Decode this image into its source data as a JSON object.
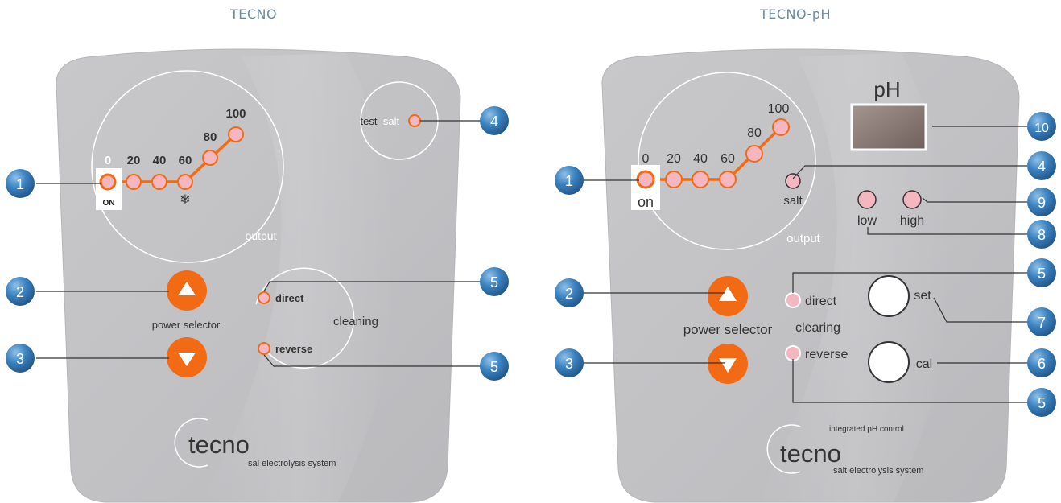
{
  "colors": {
    "panel": "#c4c4c6",
    "panel_edge": "#b4b4b7",
    "accent_orange": "#f26a13",
    "led_pink": "#f4b6bf",
    "callout_blue": "#2e6fa6",
    "heading_blue": "#6b8aa0",
    "line": "#333333",
    "white": "#ffffff"
  },
  "left_panel": {
    "title": "TECNO",
    "output_scale": [
      "0",
      "20",
      "40",
      "60",
      "80",
      "100"
    ],
    "on_label": "ON",
    "output_label": "output",
    "snowflake_icon": "❄",
    "test_label": "test",
    "salt_label": "salt",
    "power_selector_label": "power selector",
    "direct_label": "direct",
    "reverse_label": "reverse",
    "cleaning_label": "cleaning",
    "logo_text": "tecno",
    "logo_tagline": "sal electrolysis system",
    "callouts": [
      "1",
      "2",
      "3",
      "4",
      "5",
      "5"
    ]
  },
  "right_panel": {
    "title": "TECNO-pH",
    "output_scale": [
      "0",
      "20",
      "40",
      "60",
      "80",
      "100"
    ],
    "on_label": "on",
    "output_label": "output",
    "salt_label": "salt",
    "ph_label": "pH",
    "low_label": "low",
    "high_label": "high",
    "power_selector_label": "power selector",
    "direct_label": "direct",
    "reverse_label": "reverse",
    "cleaning_label": "clearing",
    "set_label": "set",
    "cal_label": "cal",
    "logo_super": "integrated pH control",
    "logo_text": "tecno",
    "logo_tagline": "salt electrolysis system",
    "callouts": [
      "1",
      "2",
      "3",
      "4",
      "5",
      "5",
      "6",
      "7",
      "8",
      "9",
      "10"
    ]
  }
}
